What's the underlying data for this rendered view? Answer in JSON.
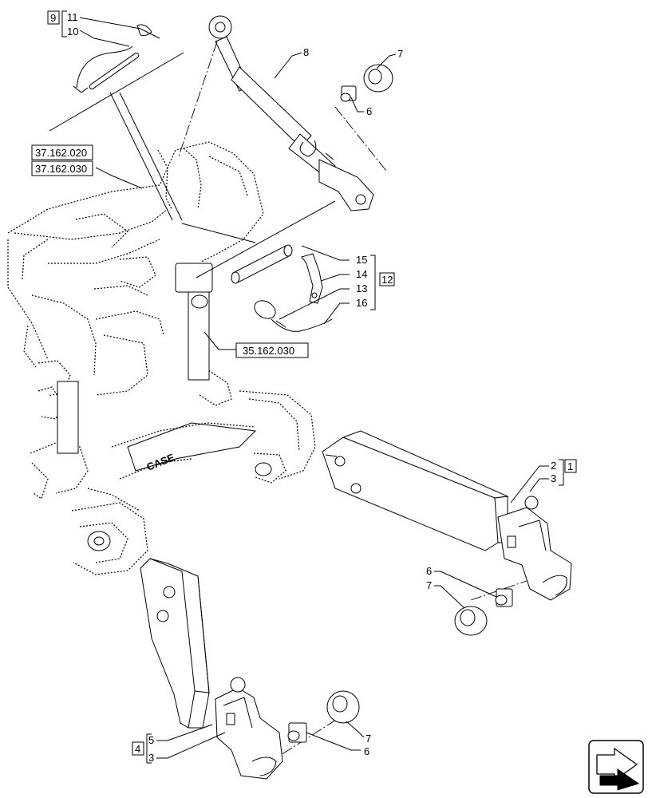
{
  "callouts": {
    "c11": "11",
    "c10": "10",
    "c9": "9",
    "c8": "8",
    "c7_top": "7",
    "c6_top": "6",
    "c15": "15",
    "c14": "14",
    "c13": "13",
    "c16": "16",
    "c12": "12",
    "c2": "2",
    "c3_right": "3",
    "c1": "1",
    "c6_right": "6",
    "c7_right": "7",
    "c5": "5",
    "c3_bottom": "3",
    "c4": "4",
    "c7_bottom": "7",
    "c6_bottom": "6"
  },
  "references": {
    "ref_a": "37.162.020",
    "ref_b": "37.162.030",
    "ref_c": "35.162.030"
  },
  "brand_marking": "CASE",
  "nav_icon": "next-page-arrow-icon"
}
